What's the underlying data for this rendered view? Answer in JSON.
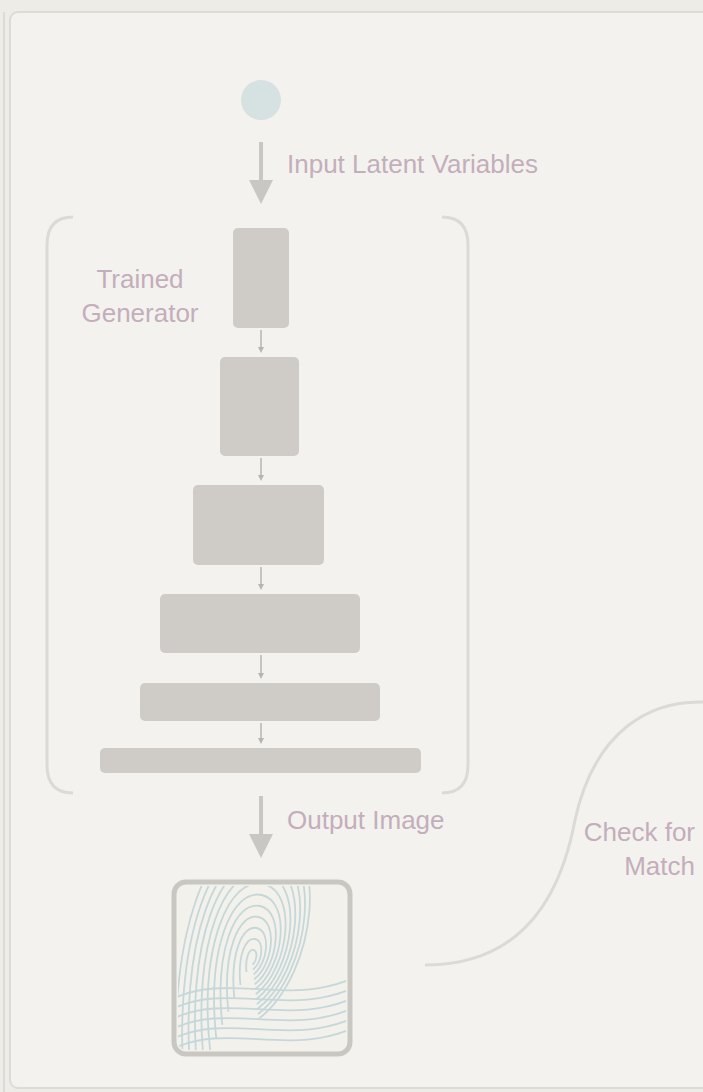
{
  "diagram": {
    "nodes": [
      {
        "text": [
          "Trained Generator"
        ]
      }
    ],
    "labels": [
      "Input Latent Variables",
      "Output Image",
      "Check for Match"
    ]
  }
}
